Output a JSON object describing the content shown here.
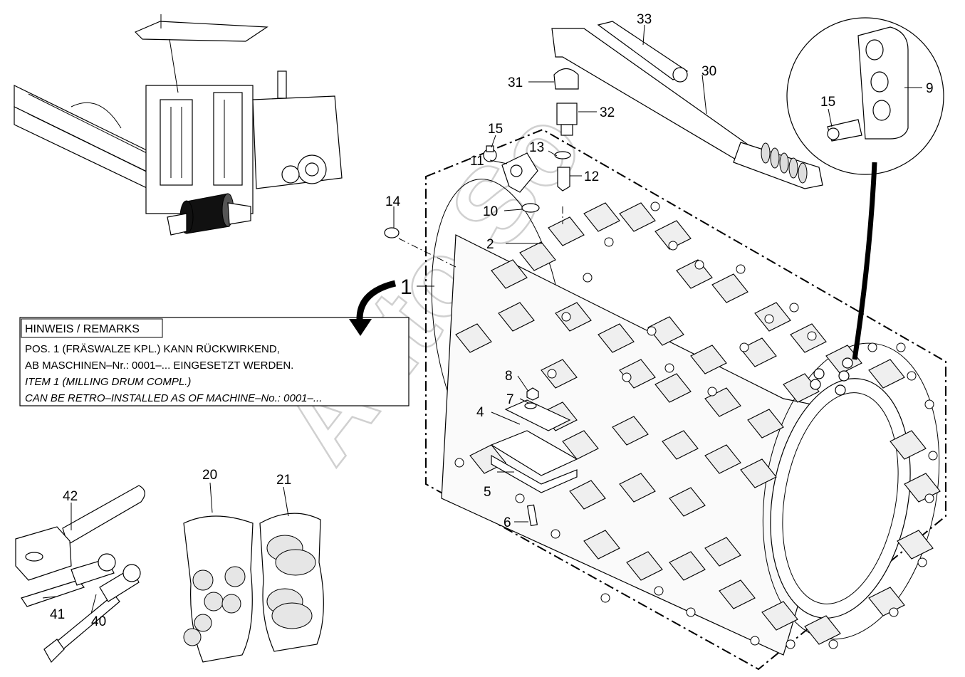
{
  "remarks": {
    "title": "HINWEIS / REMARKS",
    "lines": [
      "POS. 1 (FRÄSWALZE  KPL.) KANN RÜCKWIRKEND,",
      "AB MASCHINEN–Nr.: 0001–... EINGESETZT WERDEN.",
      "ITEM 1 (MILLING DRUM COMPL.)",
      "CAN BE RETRO–INSTALLED  AS OF MACHINE–No.: 0001–..."
    ]
  },
  "watermark": "Auto.So",
  "callouts": {
    "c1": "1",
    "c2": "2",
    "c4": "4",
    "c5": "5",
    "c6": "6",
    "c7": "7",
    "c8": "8",
    "c9": "9",
    "c10": "10",
    "c11": "11",
    "c12": "12",
    "c13": "13",
    "c14": "14",
    "c15a": "15",
    "c15b": "15",
    "c20": "20",
    "c21": "21",
    "c30": "30",
    "c31": "31",
    "c32": "32",
    "c33": "33",
    "c40": "40",
    "c41": "41",
    "c42": "42"
  },
  "icons": {
    "machine": "milling-machine-icon",
    "drum": "milling-drum-icon",
    "torque_wrench": "torque-wrench-icon",
    "hammer": "hammer-icon",
    "extractor": "pick-extractor-icon",
    "bag": "parts-bag-icon"
  }
}
